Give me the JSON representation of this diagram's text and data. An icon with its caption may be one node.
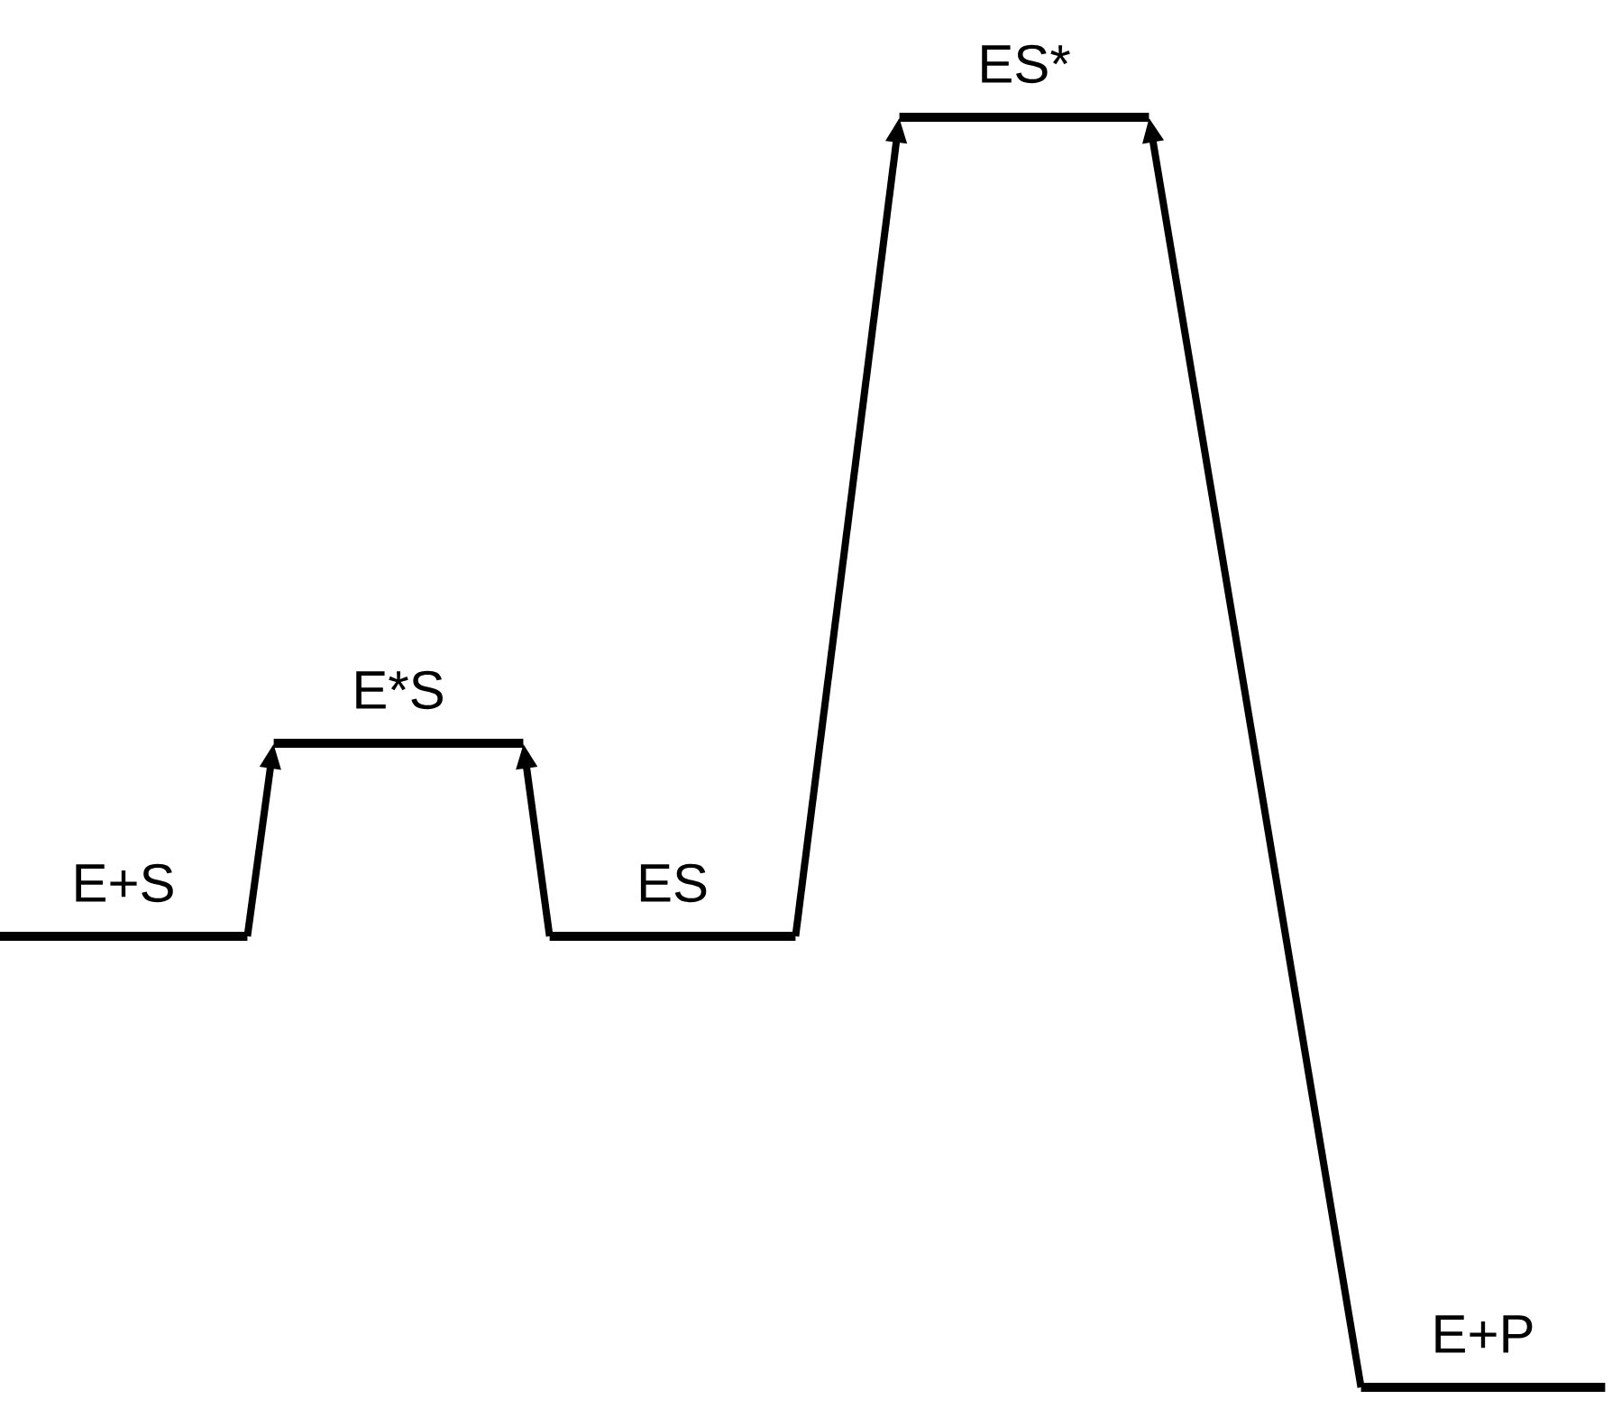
{
  "diagram": {
    "nodes": [
      {
        "text": [
          "E+S"
        ]
      },
      {
        "text": [
          "E*S"
        ]
      },
      {
        "text": [
          "ES"
        ]
      },
      {
        "text": [
          "ES*"
        ]
      },
      {
        "text": [
          "E+P"
        ]
      }
    ],
    "edges": [
      {
        "from": 0,
        "to": 1,
        "arrow": "to"
      },
      {
        "from": 2,
        "to": 1,
        "arrow": "to"
      },
      {
        "from": 2,
        "to": 3,
        "arrow": "to"
      },
      {
        "from": 4,
        "to": 3,
        "arrow": "to"
      }
    ]
  }
}
